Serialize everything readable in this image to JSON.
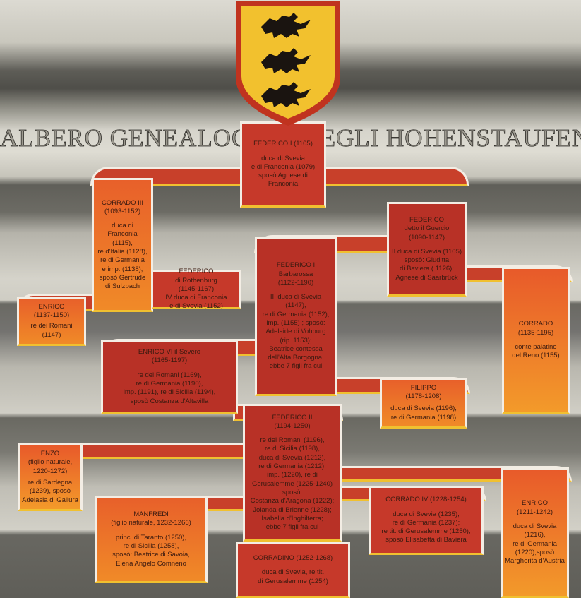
{
  "title": "ALBERO GENEALOGICO DEGLI HOHENSTAUFEN",
  "colors": {
    "red": "#c6392a",
    "orange": "#f08a28",
    "shield_yellow": "#f2c12e",
    "lion": "#1a1410"
  },
  "coat_of_arms": {
    "icon": "three-black-lions-shield"
  },
  "nodes": [
    {
      "id": "federico1",
      "name": "FEDERICO I  (1105)",
      "lines": [
        "duca di Svevia",
        "e di Franconia  (1079)",
        "sposò Agnese di Franconia"
      ]
    },
    {
      "id": "corrado3",
      "name": "CORRADO III",
      "dates": "(1093-1152)",
      "lines": [
        "duca di Franconia",
        "(1115),",
        "re d'Italia (1128),",
        "re di Germania",
        "e imp. (1138);",
        "sposò Gertrude",
        "di Sulzbach"
      ]
    },
    {
      "id": "guercio",
      "name": "FEDERICO",
      "dates": "detto il Guercio",
      "dates2": "(1090-1147)",
      "lines": [
        "II duca di Svevia (1105)",
        "sposò:  Giuditta",
        "di Baviera ( 1126);",
        "Agnese di Saarbrück"
      ]
    },
    {
      "id": "rothenburg",
      "name": "FEDERICO",
      "dates": "di Rothenburg",
      "dates2": "(1145-1167)",
      "lines": [
        "IV duca di Franconia",
        "e di Svevia  (1152)"
      ]
    },
    {
      "id": "enrico1137",
      "name": "ENRICO",
      "dates": "(1137-1150)",
      "lines": [
        "re dei Romani",
        "(1147)"
      ]
    },
    {
      "id": "barbarossa",
      "name": "FEDERICO I",
      "dates": "Barbarossa",
      "dates2": "(1122-1190)",
      "lines": [
        "III duca di Svevia (1147),",
        "re di Germania (1152),",
        "imp. (1155) ; sposò:",
        "Adelaide di Vohburg",
        "(rip. 1153);",
        "Beatrice contessa",
        "dell'Alta Borgogna;",
        "ebbe 7 figli fra cui"
      ]
    },
    {
      "id": "corrado1135",
      "name": "CORRADO",
      "dates": "(1135-1195)",
      "lines": [
        "conte palatino",
        "del Reno (1155)"
      ]
    },
    {
      "id": "enrico6",
      "name": "ENRICO VI il Severo",
      "dates": "(1165-1197)",
      "lines": [
        "re dei Romani (1169),",
        "re di Germania (1190),",
        "imp. (1191), re di Sicilia (1194),",
        "sposò Costanza d'Altavilla"
      ]
    },
    {
      "id": "filippo",
      "name": "FILIPPO",
      "dates": "(1178-1208)",
      "lines": [
        "duca di Svevia (1196),",
        "re di Germania (1198)"
      ]
    },
    {
      "id": "federico2",
      "name": "FEDERICO II",
      "dates": "(1194-1250)",
      "lines": [
        "re dei Romani (1196),",
        "re di Sicilia (1198),",
        "duca di Svevia (1212),",
        "re di Germania (1212),",
        "imp. (1220), re di",
        "Gerusalemme (1225-1240)",
        "sposò:",
        "Costanza d'Aragona (1222);",
        "Jolanda di Brienne (1228);",
        "Isabella d'Inghilterra;",
        "ebbe 7 figli fra cui"
      ]
    },
    {
      "id": "enzo",
      "name": "ENZO",
      "dates": "(figlio naturale,",
      "dates2": "1220-1272)",
      "lines": [
        "re di Sardegna",
        "(1239), sposò",
        "Adelasia di Gallura"
      ]
    },
    {
      "id": "enrico1211",
      "name": "ENRICO",
      "dates": "(1211-1242)",
      "lines": [
        "duca di Svevia",
        "(1216),",
        "re di Germania",
        "(1220),sposò",
        "Margherita d'Austria"
      ]
    },
    {
      "id": "manfredi",
      "name": "MANFREDI",
      "dates": "(figlio naturale, 1232-1266)",
      "lines": [
        "princ. di Taranto (1250),",
        "re di Sicilia (1258),",
        "sposò: Beatrice di Savoia,",
        "Elena Angelo Comneno"
      ]
    },
    {
      "id": "corrado4",
      "name": "CORRADO IV (1228-1254)",
      "lines": [
        "duca di Svevia (1235),",
        "re di Germania  (1237);",
        "re tit. di Gerusalemme (1250),",
        "sposò Elisabetta di Baviera"
      ]
    },
    {
      "id": "corradino",
      "name": "CORRADINO (1252-1268)",
      "lines": [
        "duca di Svevia, re tit.",
        "di Gerusalemme (1254)"
      ]
    }
  ]
}
